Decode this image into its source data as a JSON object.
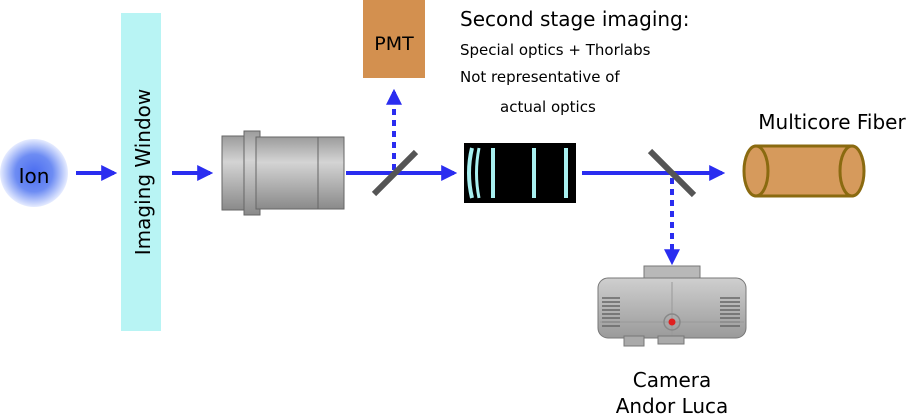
{
  "ion": {
    "label": "Ion"
  },
  "imaging_window": {
    "label": "Imaging Window"
  },
  "pmt": {
    "label": "PMT"
  },
  "second_stage": {
    "title": "Second stage imaging:",
    "line1": "Special optics + Thorlabs",
    "line2": "Not representative of",
    "line3": "actual optics"
  },
  "fiber": {
    "label": "Multicore Fiber"
  },
  "camera": {
    "line1": "Camera",
    "line2": "Andor Luca"
  },
  "colors": {
    "beam": "#2a2df0",
    "window": "#b8f4f4",
    "pmt": "#d3904f",
    "fiber_fill": "#d69a5c",
    "fiber_stroke": "#8a6a10",
    "mirror": "#555555",
    "ion_core": "#4a6cf0"
  }
}
